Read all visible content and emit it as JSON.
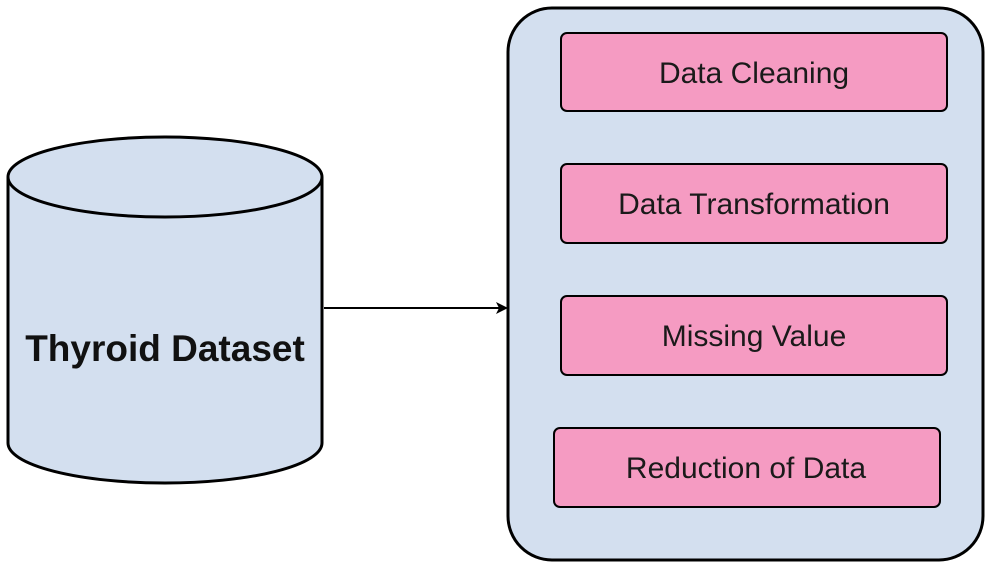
{
  "diagram": {
    "dataset_label": "Thyroid Dataset",
    "steps": [
      {
        "label": "Data Cleaning"
      },
      {
        "label": "Data Transformation"
      },
      {
        "label": "Missing Value"
      },
      {
        "label": "Reduction of Data"
      }
    ]
  },
  "colors": {
    "cylinder_fill": "#d3dfef",
    "container_fill": "#d3dfef",
    "step_fill": "#f59bc2",
    "stroke": "#000000"
  }
}
